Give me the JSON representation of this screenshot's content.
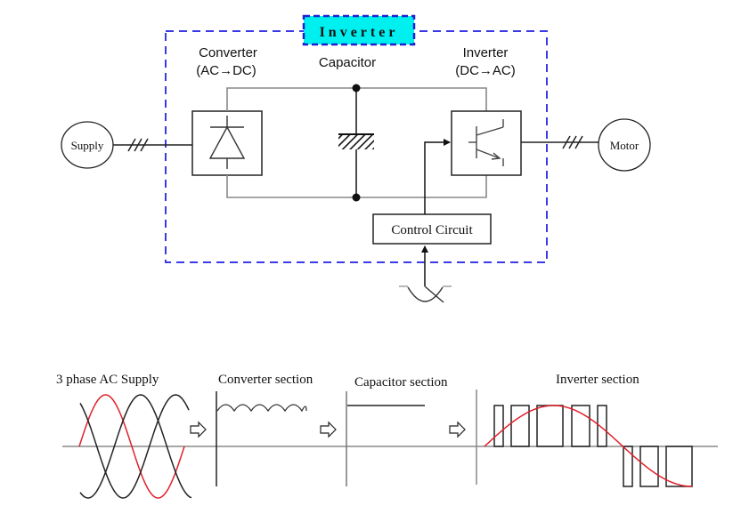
{
  "diagram": {
    "inverter_box": {
      "title": "Inverter",
      "title_fill": "#00f0f0",
      "border_color": "#2d2de0"
    },
    "blocks": {
      "supply": "Supply",
      "motor": "Motor",
      "converter": {
        "label_line1": "Converter",
        "label_line2": "(AC→DC)"
      },
      "capacitor": {
        "label": "Capacitor"
      },
      "inverter": {
        "label_line1": "Inverter",
        "label_line2": "(DC→AC)"
      },
      "control_circuit": "Control Circuit"
    },
    "waveform_sections": [
      {
        "label": "3 phase AC Supply"
      },
      {
        "label": "Converter section"
      },
      {
        "label": "Capacitor section"
      },
      {
        "label": "Inverter section"
      }
    ],
    "colors": {
      "line": "#222222",
      "bus": "#777777",
      "axis": "#888888",
      "red_wave": "#e0202a"
    }
  }
}
